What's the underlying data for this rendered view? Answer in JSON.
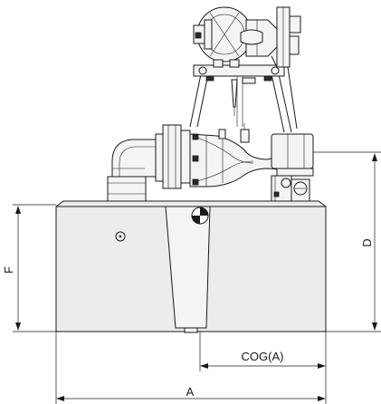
{
  "dimensions": {
    "a": "A",
    "cog": "COG(A)",
    "d": "D",
    "f": "F"
  },
  "colors": {
    "line": "#1a1a1a",
    "body": "#ececec",
    "background": "#ffffff"
  }
}
